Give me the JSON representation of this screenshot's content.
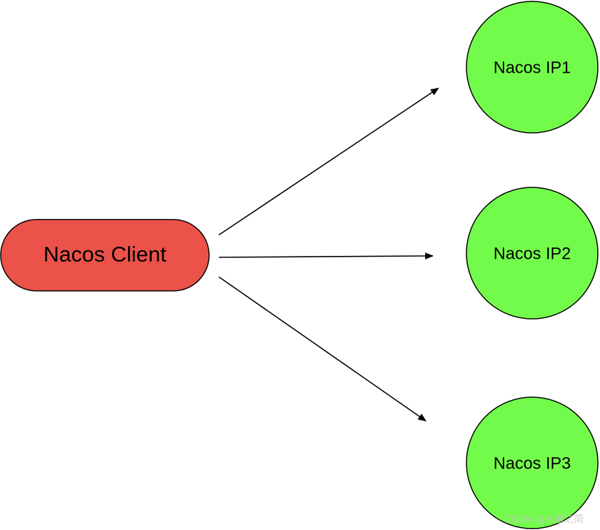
{
  "diagram": {
    "client": {
      "label": "Nacos Client",
      "fill_color": "#eb5249"
    },
    "servers": [
      {
        "label": "Nacos IP1",
        "fill_color": "#73fb4b"
      },
      {
        "label": "Nacos IP2",
        "fill_color": "#73fb4b"
      },
      {
        "label": "Nacos IP3",
        "fill_color": "#73fb4b"
      }
    ],
    "edges": [
      {
        "from": "Nacos Client",
        "to": "Nacos IP1"
      },
      {
        "from": "Nacos Client",
        "to": "Nacos IP2"
      },
      {
        "from": "Nacos Client",
        "to": "Nacos IP3"
      }
    ]
  },
  "watermark": {
    "text": "CSDN @大道之简"
  }
}
